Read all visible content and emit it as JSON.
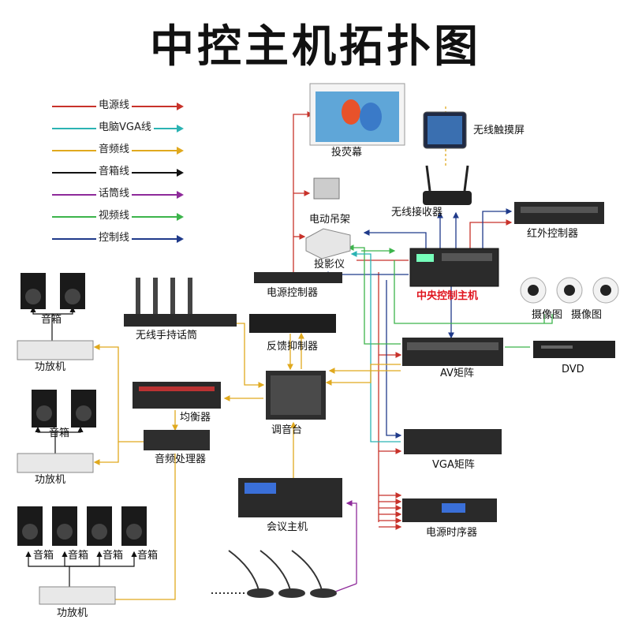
{
  "title": "中控主机拓扑图",
  "legend": [
    {
      "label": "电源线",
      "color": "#c8322a"
    },
    {
      "label": "电脑VGA线",
      "color": "#2bb3b3"
    },
    {
      "label": "音频线",
      "color": "#e0a91e"
    },
    {
      "label": "音箱线",
      "color": "#111111"
    },
    {
      "label": "话筒线",
      "color": "#8e2a9a"
    },
    {
      "label": "视频线",
      "color": "#3cb44b"
    },
    {
      "label": "控制线",
      "color": "#1f3a8a"
    }
  ],
  "devices": {
    "screen": "投荧幕",
    "touch": "无线触摸屏",
    "lift": "电动吊架",
    "router": "无线接收器",
    "ir": "红外控制器",
    "projector": "投影仪",
    "power_ctrl": "电源控制器",
    "central": "中央控制主机",
    "mic": "无线手持话筒",
    "feedback": "反馈抑制器",
    "camera1": "摄像图",
    "camera2": "摄像图",
    "av": "AV矩阵",
    "dvd": "DVD",
    "eq": "均衡器",
    "mixer": "调音台",
    "audio_proc": "音频处理器",
    "vga": "VGA矩阵",
    "conf": "会议主机",
    "seq": "电源时序器",
    "spk1": "音箱",
    "amp1": "功放机",
    "spk2": "音箱",
    "amp2": "功放机",
    "spk3a": "音箱",
    "spk3b": "音箱",
    "spk3c": "音箱",
    "spk3d": "音箱",
    "amp3": "功放机"
  }
}
